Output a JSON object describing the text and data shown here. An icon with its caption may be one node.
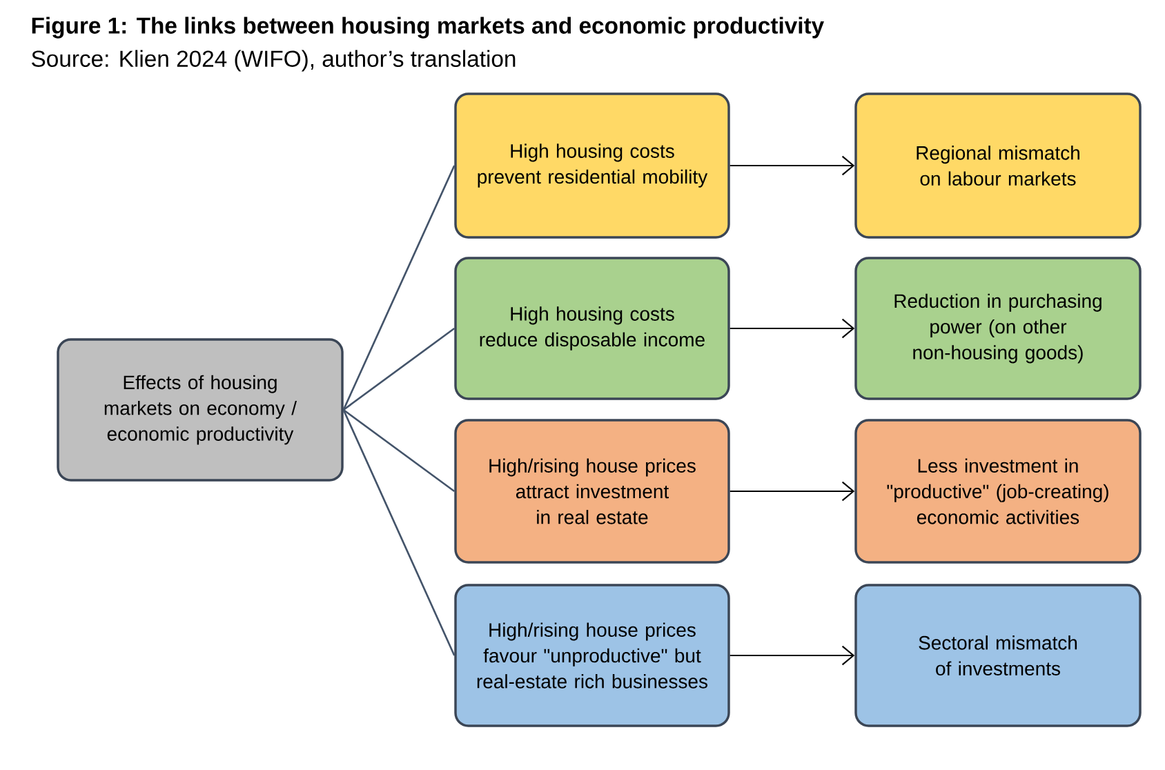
{
  "diagram": {
    "title": "Figure 1: The links between housing markets and economic productivity",
    "caption": "Source: Klien 2024 (WIFO), author’s translation",
    "nodes": [
      {
        "text": [
          "Effects of housing markets on economy / economic productivity"
        ]
      },
      {
        "text": [
          "High housing costs prevent residential mobility"
        ]
      },
      {
        "text": [
          "Regional mismatch on labour markets"
        ]
      },
      {
        "text": [
          "High housing costs reduce disposable income"
        ]
      },
      {
        "text": [
          "Reduction in purchasing power (on other non-housing goods)"
        ]
      },
      {
        "text": [
          "High/rising house prices attract investment in real estate"
        ]
      },
      {
        "text": [
          "Less investment in \"productive\" (job-creating) economic activities"
        ]
      },
      {
        "text": [
          "High/rising house prices favour \"unproductive\" but real-estate rich businesses"
        ]
      },
      {
        "text": [
          "Sectoral mismatch of investments"
        ]
      }
    ],
    "edges": [
      {
        "from": 0,
        "to": 1,
        "arrow": "none",
        "color": "#44546a"
      },
      {
        "from": 0,
        "to": 3,
        "arrow": "none",
        "color": "#44546a"
      },
      {
        "from": 0,
        "to": 5,
        "arrow": "none",
        "color": "#44546a"
      },
      {
        "from": 0,
        "to": 7,
        "arrow": "none",
        "color": "#44546a"
      },
      {
        "from": 1,
        "to": 2,
        "arrow": "to",
        "color": "#000000"
      },
      {
        "from": 3,
        "to": 4,
        "arrow": "to",
        "color": "#000000"
      },
      {
        "from": 5,
        "to": 6,
        "arrow": "to",
        "color": "#000000"
      },
      {
        "from": 7,
        "to": 8,
        "arrow": "to",
        "color": "#000000"
      }
    ]
  }
}
